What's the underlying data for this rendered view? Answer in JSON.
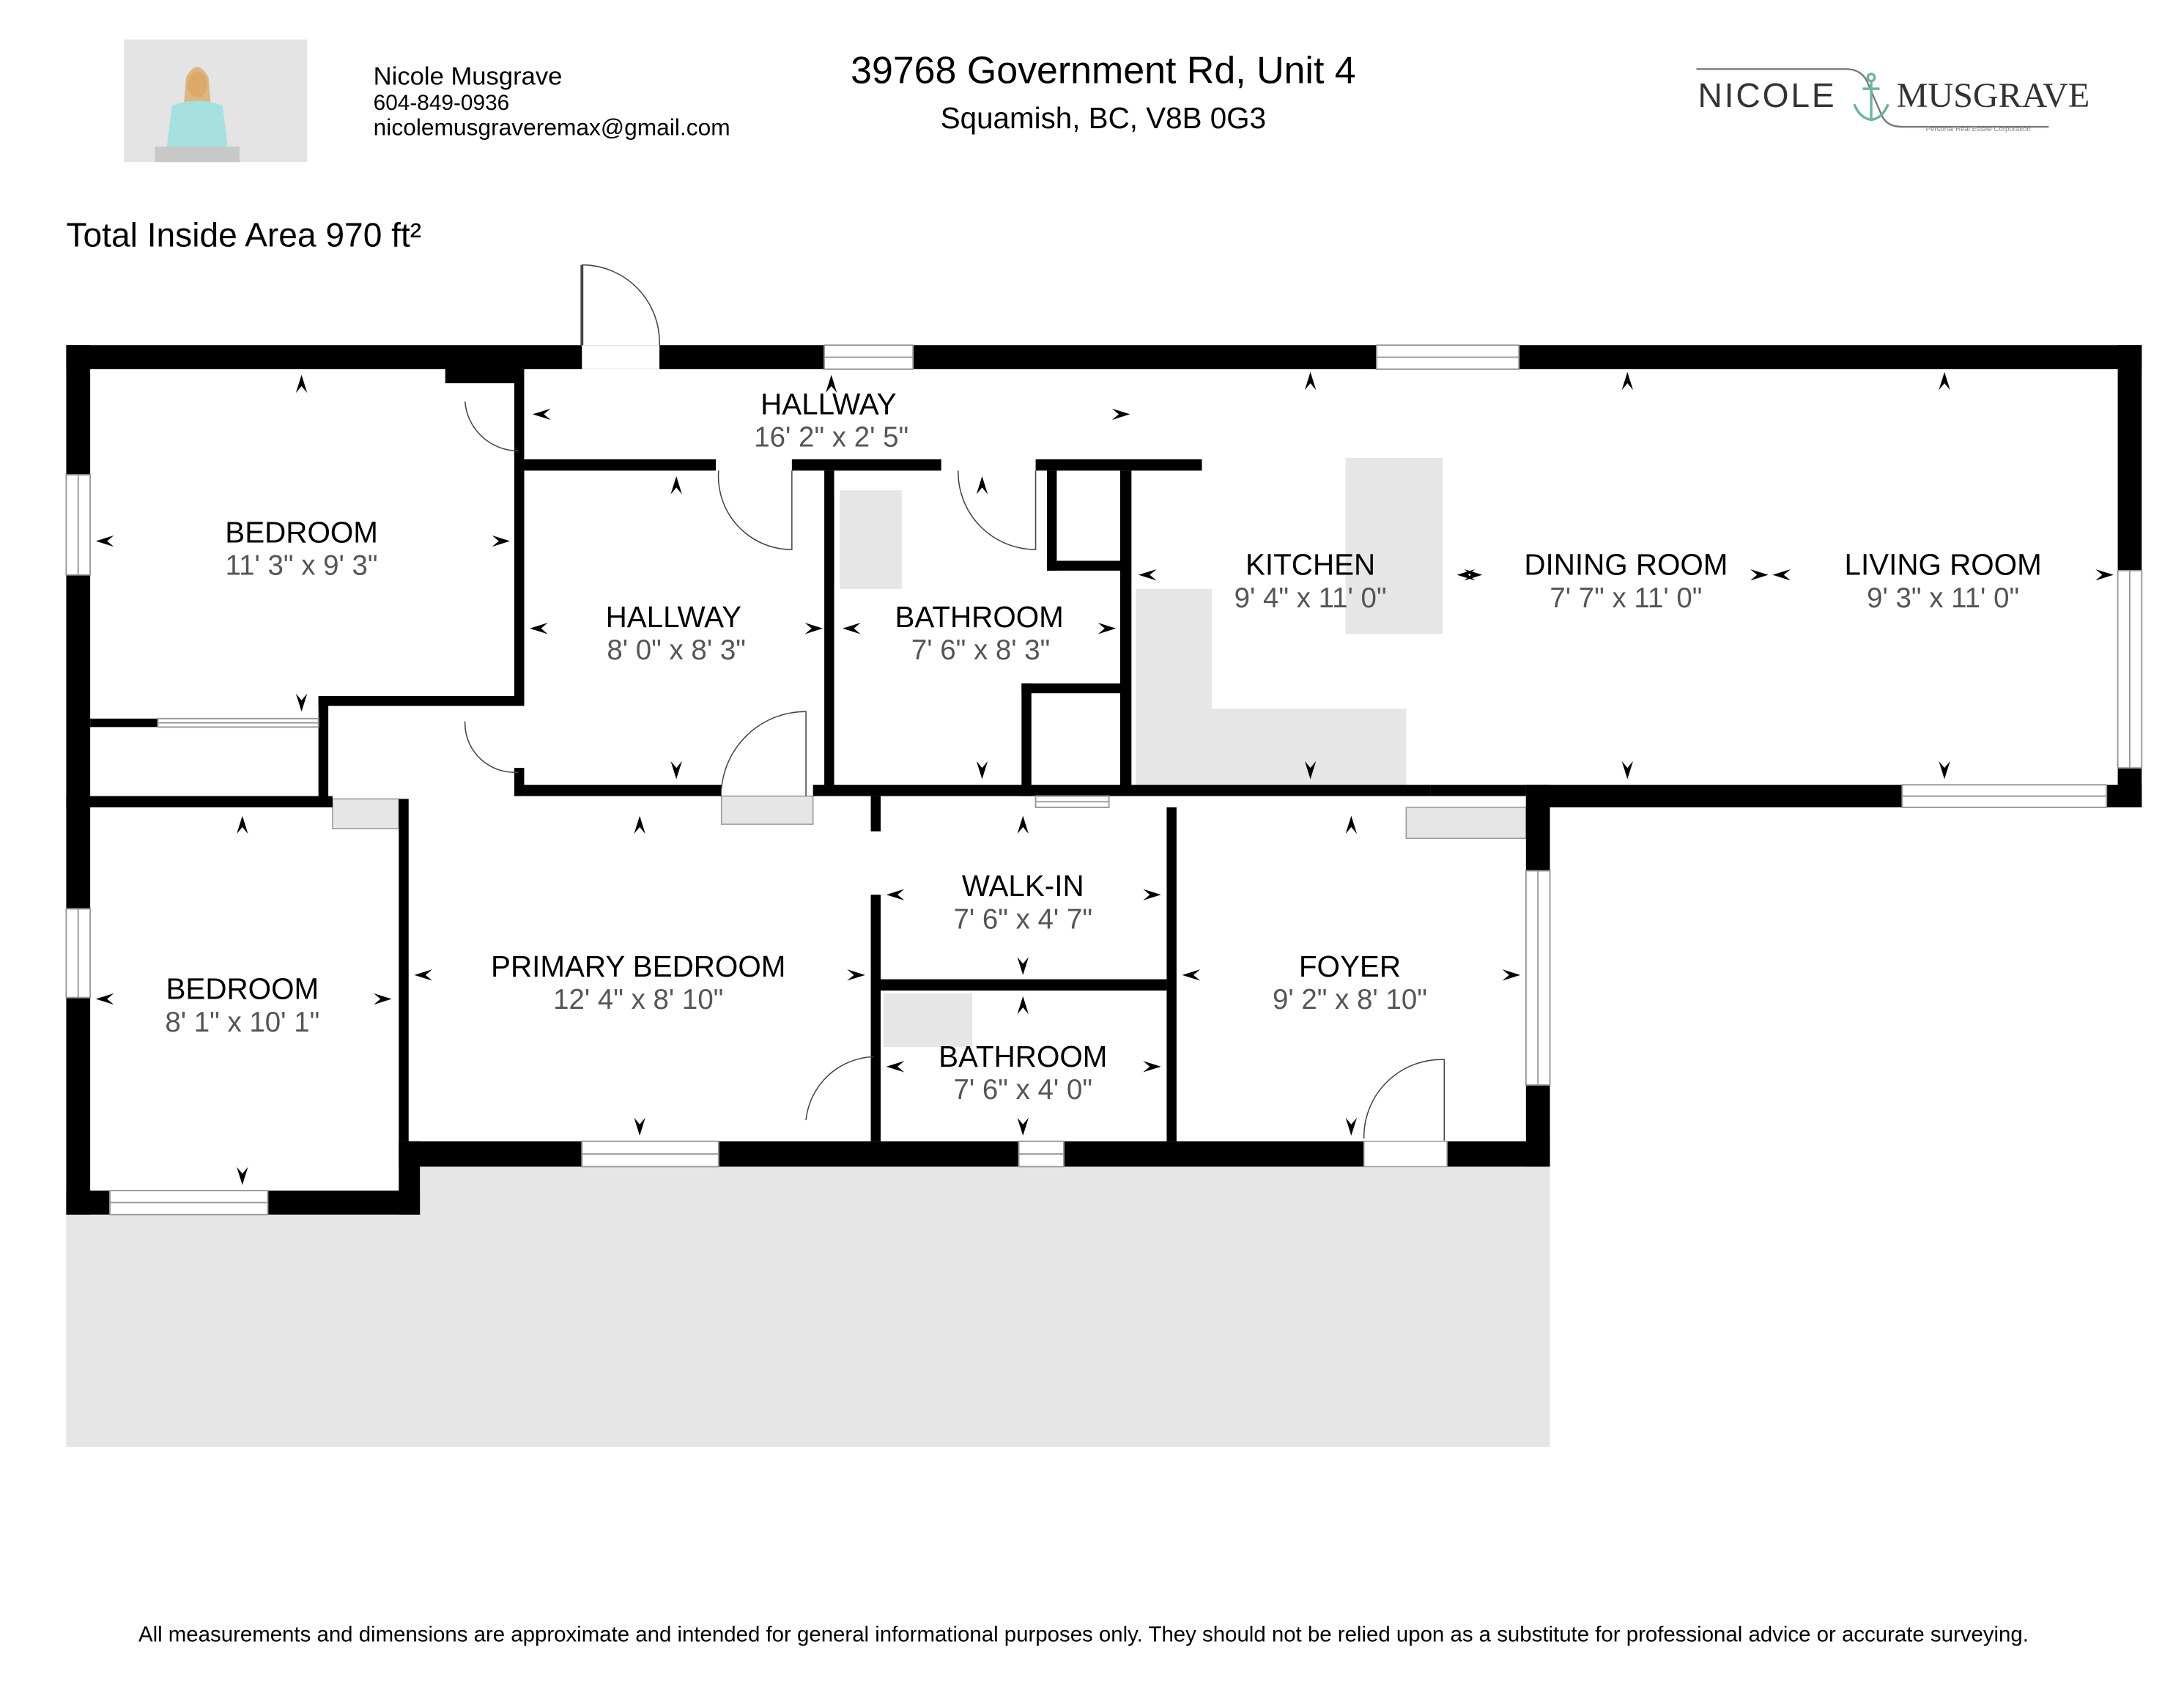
{
  "agent": {
    "name": "Nicole Musgrave",
    "phone": "604-849-0936",
    "email": "nicolemusgraveremax@gmail.com"
  },
  "property": {
    "address_line1": "39768 Government Rd, Unit 4",
    "address_line2": "Squamish, BC, V8B 0G3"
  },
  "logo": {
    "first": "NICOLE",
    "last": "MUSGRAVE",
    "tagline": "Personal Real Estate Corporation",
    "accent_color": "#6fb3a3"
  },
  "total_area": "Total Inside Area 970 ft²",
  "rooms": [
    {
      "name": "BEDROOM",
      "dims": "11' 3\" x 9' 3\""
    },
    {
      "name": "HALLWAY",
      "dims": "16' 2\" x 2' 5\""
    },
    {
      "name": "HALLWAY",
      "dims": "8' 0\" x 8' 3\""
    },
    {
      "name": "BATHROOM",
      "dims": "7' 6\" x 8' 3\""
    },
    {
      "name": "KITCHEN",
      "dims": "9' 4\" x 11' 0\""
    },
    {
      "name": "DINING ROOM",
      "dims": "7' 7\" x 11' 0\""
    },
    {
      "name": "LIVING ROOM",
      "dims": "9' 3\" x 11' 0\""
    },
    {
      "name": "BEDROOM",
      "dims": "8' 1\" x 10' 1\""
    },
    {
      "name": "PRIMARY BEDROOM",
      "dims": "12' 4\" x 8' 10\""
    },
    {
      "name": "WALK-IN",
      "dims": "7' 6\" x 4' 7\""
    },
    {
      "name": "BATHROOM",
      "dims": "7' 6\" x 4' 0\""
    },
    {
      "name": "FOYER",
      "dims": "9' 2\" x 8' 10\""
    }
  ],
  "disclaimer": "All measurements and dimensions are approximate and intended for general informational purposes only. They should not be relied upon as a substitute for professional advice or accurate surveying."
}
